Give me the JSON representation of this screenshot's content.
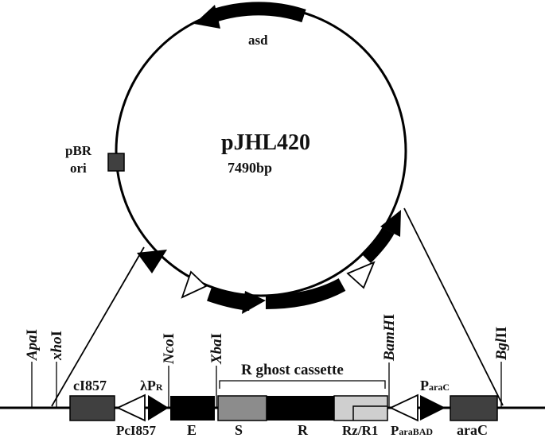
{
  "plasmid": {
    "name": "pJHL420",
    "size": "7490bp",
    "features": {
      "asd": "asd",
      "ori_line1": "pBR",
      "ori_line2": "ori"
    }
  },
  "cassette": {
    "label": "R ghost cassette"
  },
  "sites": {
    "apa": {
      "main": "Apa",
      "suffix": "I"
    },
    "xho": {
      "main": "xho",
      "suffix": "I"
    },
    "nco": {
      "main": "Nco",
      "suffix": "I"
    },
    "xba": {
      "main": "Xba",
      "suffix": "I"
    },
    "bam": {
      "main": "BamH",
      "suffix": "I"
    },
    "bgl": {
      "main": "Bgl",
      "suffix": "II"
    }
  },
  "elements": {
    "ci857": "cI857",
    "lambda_pr_main": "λP",
    "lambda_pr_sub": "R",
    "pci857": "PcI857",
    "e": "E",
    "s": "S",
    "r": "R",
    "rz": "Rz/R1",
    "parac_main": "P",
    "parac_sub": "araC",
    "parabad_main": "P",
    "parabad_sub": "araBAD",
    "arac": "araC"
  },
  "colors": {
    "black": "#000000",
    "dark_gray": "#404040",
    "gray": "#8c8c8c",
    "light_gray": "#cfcfcf",
    "white": "#ffffff"
  }
}
